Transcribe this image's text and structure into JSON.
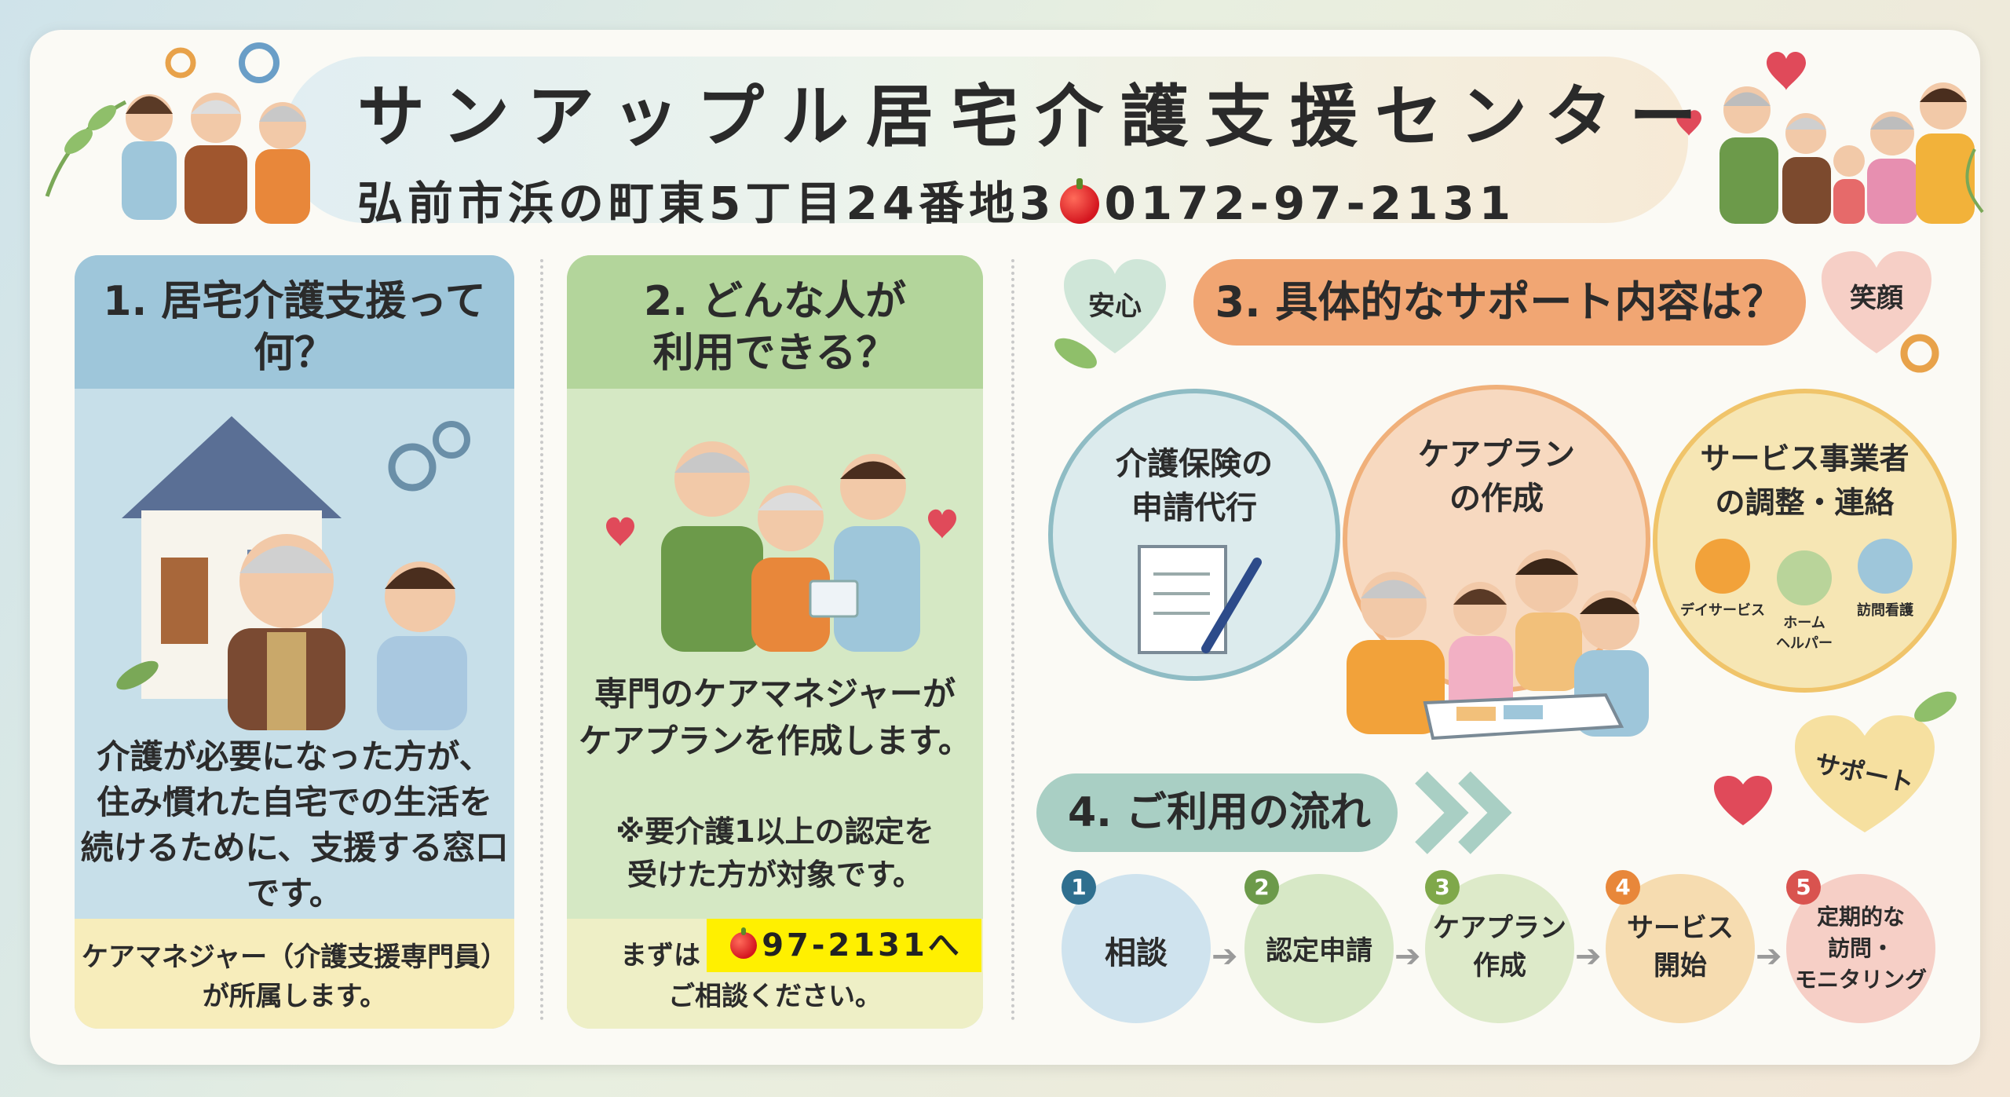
{
  "header": {
    "title": "サンアップル居宅介護支援センター",
    "address": "弘前市浜の町東5丁目24番地3",
    "phone": "0172-97-2131"
  },
  "section1": {
    "heading_line1": "1. 居宅介護支援って",
    "heading_line2": "何？",
    "body_lines": [
      "介護が必要になった方が、",
      "住み慣れた自宅での生活を",
      "続けるために、支援する窓口",
      "です。"
    ],
    "footer_lines": [
      "ケアマネジャー（介護支援専門員）",
      "が所属します。"
    ]
  },
  "section2": {
    "heading_line1": "2. どんな人が",
    "heading_line2": "利用できる？",
    "body_lines": [
      "専門のケアマネジャーが",
      "ケアプランを作成します。"
    ],
    "note_lines": [
      "※要介護1以上の認定を",
      "受けた方が対象です。"
    ],
    "footer_prefix": "まずは",
    "footer_line2": "ご相談ください。",
    "highlight": "97-2131へ"
  },
  "section3": {
    "heading": "3. 具体的なサポート内容は？",
    "badge_left": "安心",
    "badge_right": "笑顔",
    "items": [
      {
        "lines": [
          "介護保険の",
          "申請代行"
        ]
      },
      {
        "lines": [
          "ケアプラン",
          "の作成"
        ]
      },
      {
        "lines": [
          "サービス事業者",
          "の調整・連絡"
        ]
      }
    ],
    "service_icons": [
      "デイサービス",
      "ホーム\nヘルパー",
      "訪問看護"
    ]
  },
  "section4": {
    "heading": "4. ご利用の流れ",
    "badge": "サポート",
    "steps": [
      {
        "num": "1",
        "label": "相談"
      },
      {
        "num": "2",
        "label": "認定申請"
      },
      {
        "num": "3",
        "label": "ケアプラン\n作成"
      },
      {
        "num": "4",
        "label": "サービス\n開始"
      },
      {
        "num": "5",
        "label": "定期的な\n訪問・\nモニタリング"
      }
    ]
  },
  "colors": {
    "blue_head": "#9ec6da",
    "green_head": "#b3d59b",
    "orange_pill": "#f1a673",
    "teal_pill": "#a9cfc4",
    "highlight": "#fff000"
  }
}
